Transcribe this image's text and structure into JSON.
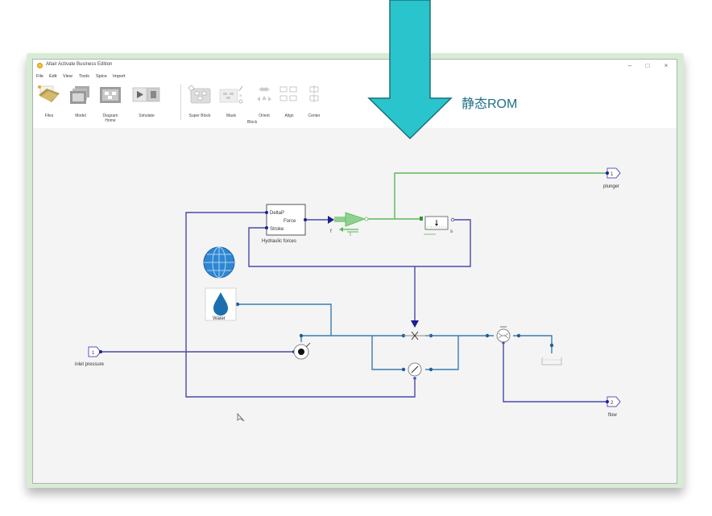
{
  "window": {
    "title": "Altair Activate Business Edition",
    "controls": [
      "minimize",
      "maximize",
      "close"
    ]
  },
  "menu": [
    "File",
    "Edit",
    "View",
    "Tools",
    "Spice",
    "Import"
  ],
  "ribbon": {
    "buttons": [
      {
        "label": "Files",
        "icon": "files-folder-icon"
      },
      {
        "label": "Model",
        "icon": "model-icon"
      },
      {
        "label": "Diagram\nHome",
        "icon": "diagram-home-icon"
      },
      {
        "label": "Simulate",
        "icon": "simulate-play-stop-icon"
      },
      {
        "label": "Super Block",
        "icon": "super-block-icon"
      },
      {
        "label": "Mask",
        "icon": "mask-icon"
      },
      {
        "label": "Orient",
        "icon": "orient-icon"
      },
      {
        "label": "Align",
        "icon": "align-icon"
      },
      {
        "label": "Center",
        "icon": "center-icon"
      }
    ],
    "group_label": "Block"
  },
  "diagram": {
    "blocks": {
      "hydraulic_forces": {
        "name": "Hydraulic forces",
        "ports": [
          "DeltaP",
          "Force",
          "Stroke"
        ]
      },
      "force_label": "f",
      "sensor_label": "s",
      "water": "Water",
      "inlet": {
        "number": "1",
        "label": "inlet pressure"
      },
      "plunger": {
        "number": "1",
        "label": "plunger"
      },
      "flow": {
        "number": "2",
        "label": "flow"
      }
    },
    "colors": {
      "signal": "#4a4aa8",
      "mechanical": "#5cb85c",
      "hydraulic": "#3a7db0"
    }
  },
  "overlay": {
    "label": "静态ROM",
    "arrow_color": "#29c4cc"
  }
}
